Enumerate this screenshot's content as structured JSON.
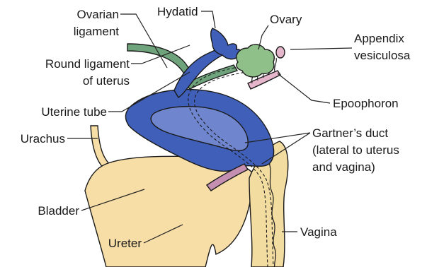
{
  "labels": {
    "ovarian_ligament_1": "Ovarian",
    "ovarian_ligament_2": "ligament",
    "hydatid": "Hydatid",
    "ovary": "Ovary",
    "appendix_1": "Appendix",
    "appendix_2": "vesiculosa",
    "round_ligament_1": "Round ligament",
    "round_ligament_2": "of uterus",
    "uterine_tube": "Uterine tube",
    "epoophoron": "Epoophoron",
    "urachus": "Urachus",
    "gartner_1": "Gartner’s duct",
    "gartner_2": "(lateral to uterus",
    "gartner_3": "and vagina)",
    "bladder": "Bladder",
    "ureter": "Ureter",
    "vagina": "Vagina"
  },
  "colors": {
    "uterus": "#3f5fb8",
    "uterus_inner": "#6f86cf",
    "bladder": "#f7dea6",
    "vagina": "#f3dca0",
    "ovary": "#8fc08a",
    "ligament_green": "#6fa37c",
    "ureter": "#c48fb0",
    "epoophoron": "#e6b6cc",
    "outline": "#1a1a1a"
  }
}
